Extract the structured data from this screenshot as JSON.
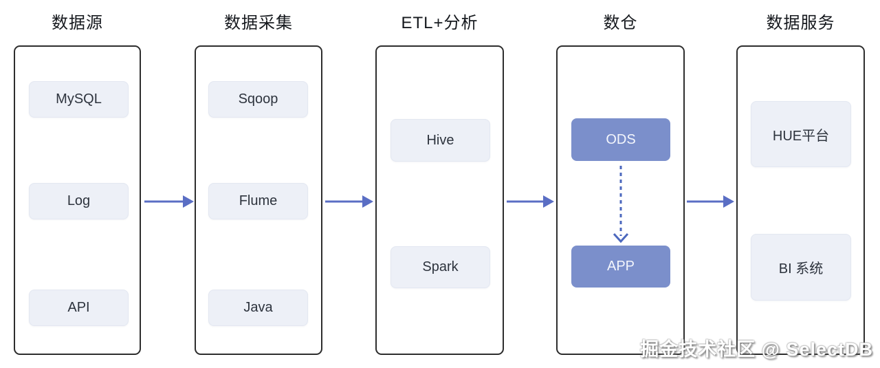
{
  "columns": [
    {
      "title": "数据源",
      "boxes": [
        {
          "label": "MySQL"
        },
        {
          "label": "Log"
        },
        {
          "label": "API"
        }
      ]
    },
    {
      "title": "数据采集",
      "boxes": [
        {
          "label": "Sqoop"
        },
        {
          "label": "Flume"
        },
        {
          "label": "Java"
        }
      ]
    },
    {
      "title": "ETL+分析",
      "boxes": [
        {
          "label": "Hive"
        },
        {
          "label": "Spark"
        }
      ]
    },
    {
      "title": "数仓",
      "boxes": [
        {
          "label": "ODS"
        },
        {
          "label": "APP"
        }
      ]
    },
    {
      "title": "数据服务",
      "boxes": [
        {
          "label": "HUE平台"
        },
        {
          "label": "BI 系统"
        }
      ]
    }
  ],
  "flow": {
    "stage_arrows": 4,
    "internal_arrow": "ODS to APP (dashed)"
  },
  "watermark": "掘金技术社区 @ SelectDB",
  "colors": {
    "accent_blue_node": "#7b8fcb",
    "arrow_blue": "#5a6ec4",
    "light_node_bg": "#edf0f7",
    "panel_border": "#2d2d2d",
    "title_text": "#16191e"
  }
}
